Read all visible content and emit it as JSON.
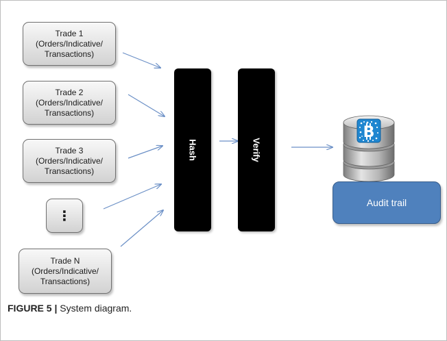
{
  "trades": [
    {
      "lines": [
        "Trade 1",
        "(Orders/Indicative/",
        "Transactions)"
      ]
    },
    {
      "lines": [
        "Trade 2",
        "(Orders/Indicative/",
        "Transactions)"
      ]
    },
    {
      "lines": [
        "Trade 3",
        "(Orders/Indicative/",
        "Transactions)"
      ]
    },
    {
      "lines": [
        "Trade N",
        "(Orders/Indicative/",
        "Transactions)"
      ]
    }
  ],
  "ellipsis": "⋮",
  "hash_label": "Hash",
  "verify_label": "Verify",
  "db_label": "Audit trail",
  "caption": {
    "figure": "FIGURE 5 |",
    "text": " System diagram."
  },
  "colors": {
    "arrow": "#6a8fc6",
    "db_box": "#4f81bd",
    "bar": "#000000"
  },
  "icons": {
    "database": "database-icon",
    "logo": "blockchain-logo"
  }
}
